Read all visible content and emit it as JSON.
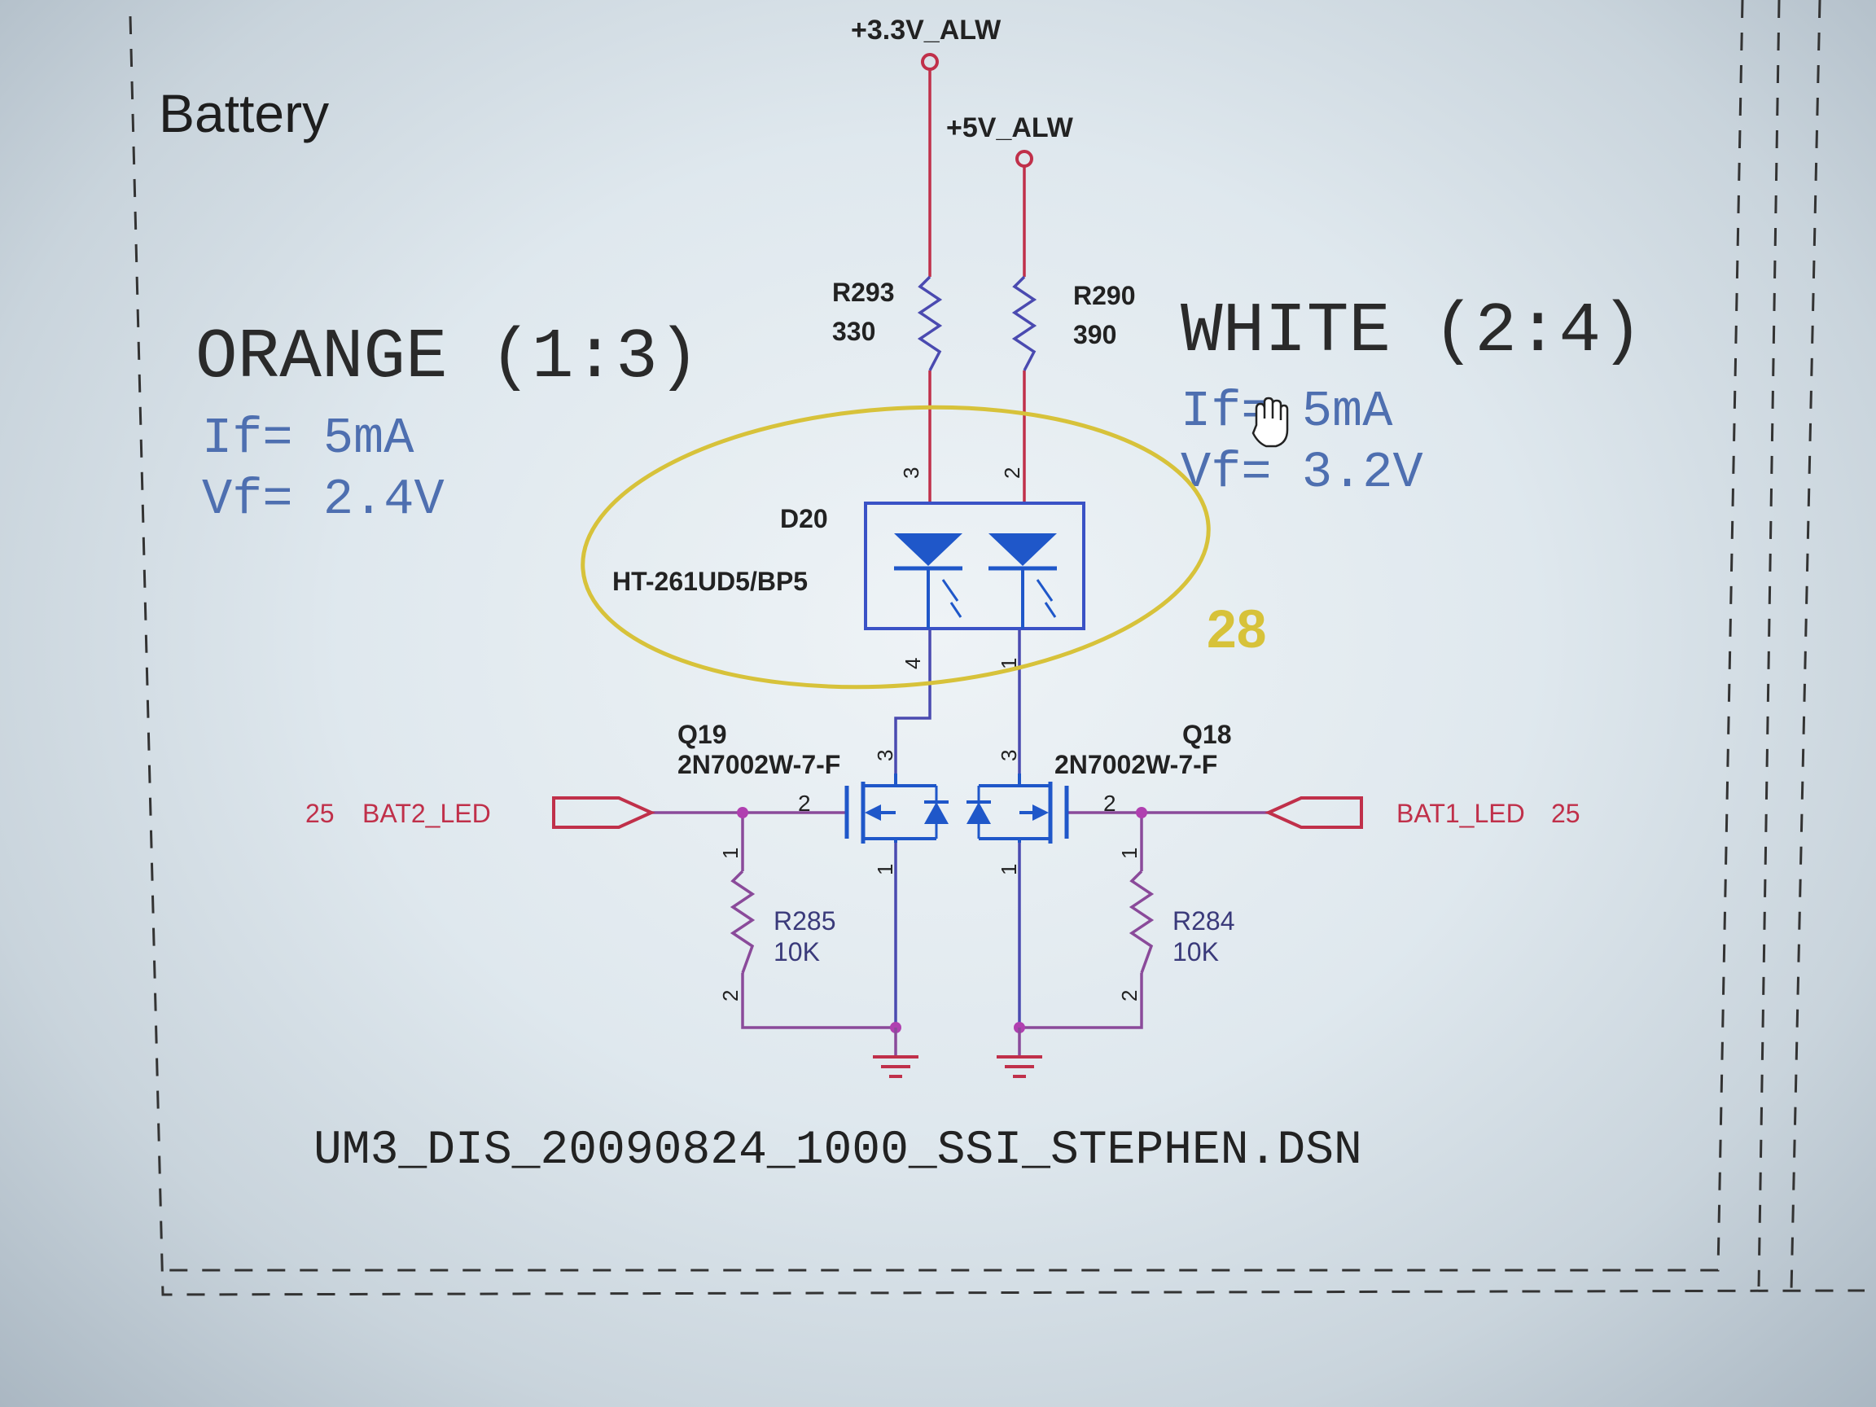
{
  "section_title": "Battery",
  "rails": {
    "left": "+3.3V_ALW",
    "right": "+5V_ALW"
  },
  "left_channel": {
    "color_label": "ORANGE (1:3)",
    "if_label": "If= 5mA",
    "vf_label": "Vf= 2.4V"
  },
  "right_channel": {
    "color_label": "WHITE (2:4)",
    "if_label": "If= 5mA",
    "vf_label": "Vf= 3.2V"
  },
  "resistors": [
    {
      "ref": "R293",
      "value": "330"
    },
    {
      "ref": "R290",
      "value": "390"
    },
    {
      "ref": "R285",
      "value": "10K"
    },
    {
      "ref": "R284",
      "value": "10K"
    }
  ],
  "led": {
    "ref": "D20",
    "part": "HT-261UD5/BP5",
    "pins": [
      "3",
      "2",
      "4",
      "1"
    ]
  },
  "transistors": [
    {
      "ref": "Q19",
      "part": "2N7002W-7-F"
    },
    {
      "ref": "Q18",
      "part": "2N7002W-7-F"
    }
  ],
  "pin_numbers": {
    "gate": "2",
    "drain": "3",
    "source": "1",
    "r_top": "1",
    "r_bottom": "2"
  },
  "nets": {
    "left": {
      "page": "25",
      "name": "BAT2_LED"
    },
    "right": {
      "page": "25",
      "name": "BAT1_LED"
    }
  },
  "annotation_number": "28",
  "filename": "UM3_DIS_20090824_1000_SSI_STEPHEN.DSN",
  "colors": {
    "rail": "#c0304a",
    "signal": "#4a4ab0",
    "gate": "#8a4a9a",
    "annotation": "#d7c23a",
    "note": "#4e6fb0",
    "net_label": "#c0304a"
  }
}
